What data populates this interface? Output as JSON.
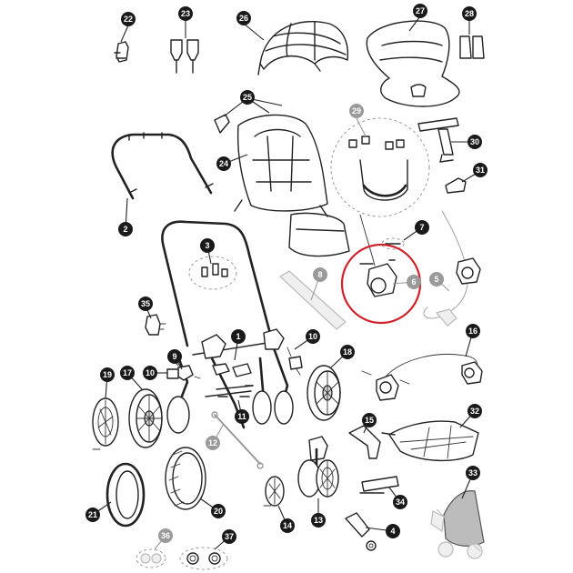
{
  "diagram": {
    "highlight_color": "#d0202a",
    "badge_color_active": "#1a1a1a",
    "badge_color_inactive": "#9a9a9a",
    "parts": [
      {
        "number": "1",
        "state": "active"
      },
      {
        "number": "2",
        "state": "active"
      },
      {
        "number": "3",
        "state": "active"
      },
      {
        "number": "4",
        "state": "active"
      },
      {
        "number": "5",
        "state": "inactive"
      },
      {
        "number": "6",
        "state": "inactive"
      },
      {
        "number": "7",
        "state": "active"
      },
      {
        "number": "8",
        "state": "inactive"
      },
      {
        "number": "9",
        "state": "active"
      },
      {
        "number": "10",
        "state": "active"
      },
      {
        "number": "10",
        "state": "active"
      },
      {
        "number": "11",
        "state": "active"
      },
      {
        "number": "12",
        "state": "inactive"
      },
      {
        "number": "13",
        "state": "active"
      },
      {
        "number": "14",
        "state": "active"
      },
      {
        "number": "15",
        "state": "active"
      },
      {
        "number": "16",
        "state": "active"
      },
      {
        "number": "17",
        "state": "active"
      },
      {
        "number": "18",
        "state": "active"
      },
      {
        "number": "19",
        "state": "active"
      },
      {
        "number": "20",
        "state": "active"
      },
      {
        "number": "21",
        "state": "active"
      },
      {
        "number": "22",
        "state": "active"
      },
      {
        "number": "23",
        "state": "active"
      },
      {
        "number": "24",
        "state": "active"
      },
      {
        "number": "25",
        "state": "active"
      },
      {
        "number": "26",
        "state": "active"
      },
      {
        "number": "27",
        "state": "active"
      },
      {
        "number": "28",
        "state": "active"
      },
      {
        "number": "29",
        "state": "inactive"
      },
      {
        "number": "30",
        "state": "active"
      },
      {
        "number": "31",
        "state": "active"
      },
      {
        "number": "32",
        "state": "active"
      },
      {
        "number": "33",
        "state": "active"
      },
      {
        "number": "34",
        "state": "active"
      },
      {
        "number": "35",
        "state": "active"
      },
      {
        "number": "36",
        "state": "inactive"
      },
      {
        "number": "37",
        "state": "active"
      }
    ]
  }
}
